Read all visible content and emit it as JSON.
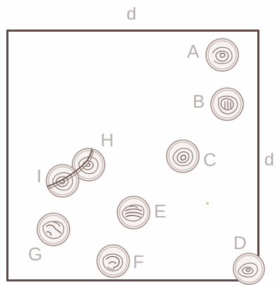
{
  "dimensions": {
    "top": "d",
    "right": "d"
  },
  "colors": {
    "board_edge": "#5e4a45",
    "disc_line": "#a8928c",
    "disc_dark": "#6e5a56",
    "label": "#b8b0ae"
  },
  "discs": [
    {
      "label": "A",
      "icon": "contour-disc"
    },
    {
      "label": "B",
      "icon": "contour-disc"
    },
    {
      "label": "C",
      "icon": "contour-disc"
    },
    {
      "label": "D",
      "icon": "contour-disc"
    },
    {
      "label": "E",
      "icon": "contour-disc"
    },
    {
      "label": "F",
      "icon": "contour-disc"
    },
    {
      "label": "G",
      "icon": "contour-disc"
    },
    {
      "label": "H",
      "icon": "contour-disc"
    },
    {
      "label": "I",
      "icon": "contour-disc"
    }
  ]
}
